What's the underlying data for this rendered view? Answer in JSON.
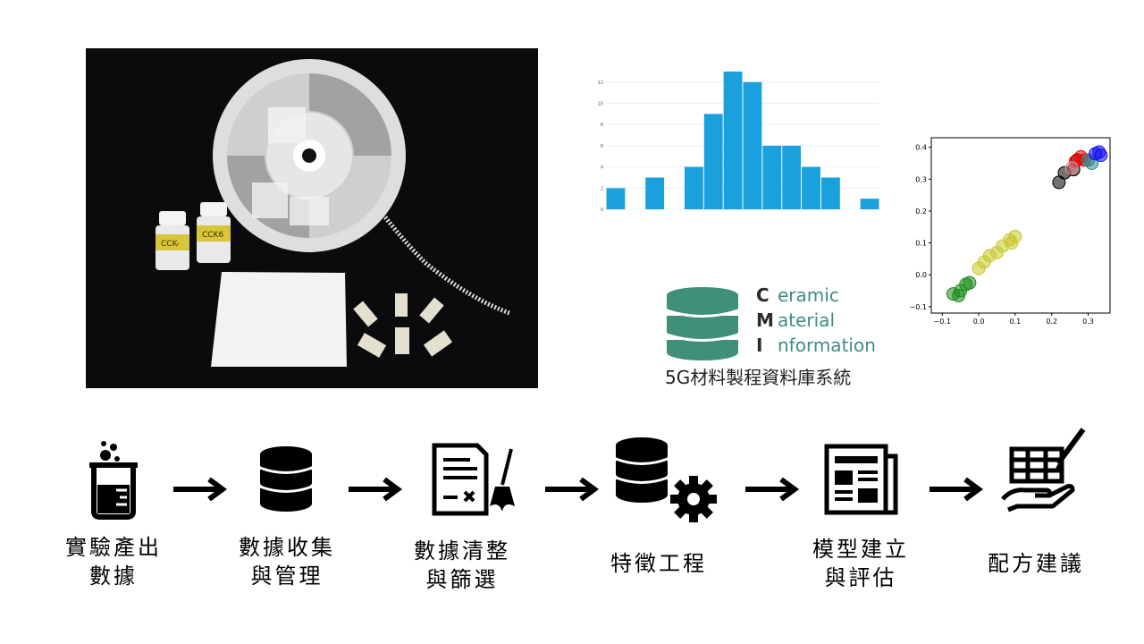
{
  "photo": {
    "bottle_labels": [
      "CCK-",
      "CCK6"
    ]
  },
  "histogram": {
    "y_ticks": [
      "12",
      "10",
      "8",
      "6",
      "4",
      "2",
      "0"
    ]
  },
  "scatter": {
    "y_ticks": [
      "0.4",
      "0.3",
      "0.2",
      "0.1",
      "0.0",
      "−0.1"
    ],
    "x_ticks": [
      "−0.1",
      "0.0",
      "0.1",
      "0.2",
      "0.3"
    ]
  },
  "chart_data": [
    {
      "type": "bar",
      "values": [
        2,
        0,
        3,
        0,
        4,
        9,
        13,
        12,
        6,
        6,
        4,
        3,
        0,
        1
      ],
      "ylim": [
        0,
        13
      ],
      "color": "#1aa0dc",
      "grid": true
    },
    {
      "type": "scatter",
      "xlim": [
        -0.13,
        0.36
      ],
      "ylim": [
        -0.12,
        0.43
      ],
      "series": [
        {
          "color": "#1a8a1a",
          "points": [
            [
              -0.07,
              -0.06
            ],
            [
              -0.055,
              -0.065
            ],
            [
              -0.05,
              -0.05
            ],
            [
              -0.035,
              -0.03
            ],
            [
              -0.025,
              -0.025
            ]
          ]
        },
        {
          "color": "#c8c830",
          "points": [
            [
              0.0,
              0.02
            ],
            [
              0.015,
              0.04
            ],
            [
              0.03,
              0.06
            ],
            [
              0.05,
              0.07
            ],
            [
              0.065,
              0.09
            ],
            [
              0.085,
              0.11
            ],
            [
              0.1,
              0.12
            ],
            [
              0.09,
              0.1
            ]
          ]
        },
        {
          "color": "#000000",
          "points": [
            [
              0.22,
              0.29
            ],
            [
              0.235,
              0.32
            ],
            [
              0.27,
              0.36
            ],
            [
              0.26,
              0.33
            ]
          ]
        },
        {
          "color": "#ff0000",
          "points": [
            [
              0.265,
              0.355
            ],
            [
              0.28,
              0.37
            ],
            [
              0.29,
              0.36
            ]
          ]
        },
        {
          "color": "#e89090",
          "points": [
            [
              0.255,
              0.335
            ]
          ]
        },
        {
          "color": "#2a8a8a",
          "points": [
            [
              0.3,
              0.36
            ],
            [
              0.31,
              0.35
            ]
          ]
        },
        {
          "color": "#1010ee",
          "points": [
            [
              0.32,
              0.38
            ],
            [
              0.33,
              0.385
            ],
            [
              0.335,
              0.375
            ]
          ]
        }
      ]
    }
  ],
  "cmi": {
    "lines": [
      {
        "initial": "C",
        "rest": "eramic"
      },
      {
        "initial": "M",
        "rest": "aterial"
      },
      {
        "initial": "I",
        "rest": "nformation"
      }
    ],
    "subtitle": "5G材料製程資料庫系統",
    "logo_color": "#3f8f7a"
  },
  "workflow": {
    "steps": [
      {
        "label": "實驗產出\n數據",
        "icon": "beaker-icon"
      },
      {
        "label": "數據收集\n與管理",
        "icon": "database-icon"
      },
      {
        "label": "數據清整\n與篩選",
        "icon": "document-broom-icon"
      },
      {
        "label": "特徵工程",
        "icon": "database-gear-icon"
      },
      {
        "label": "模型建立\n與評估",
        "icon": "newspaper-icon"
      },
      {
        "label": "配方建議",
        "icon": "hand-grid-pen-icon"
      }
    ]
  }
}
